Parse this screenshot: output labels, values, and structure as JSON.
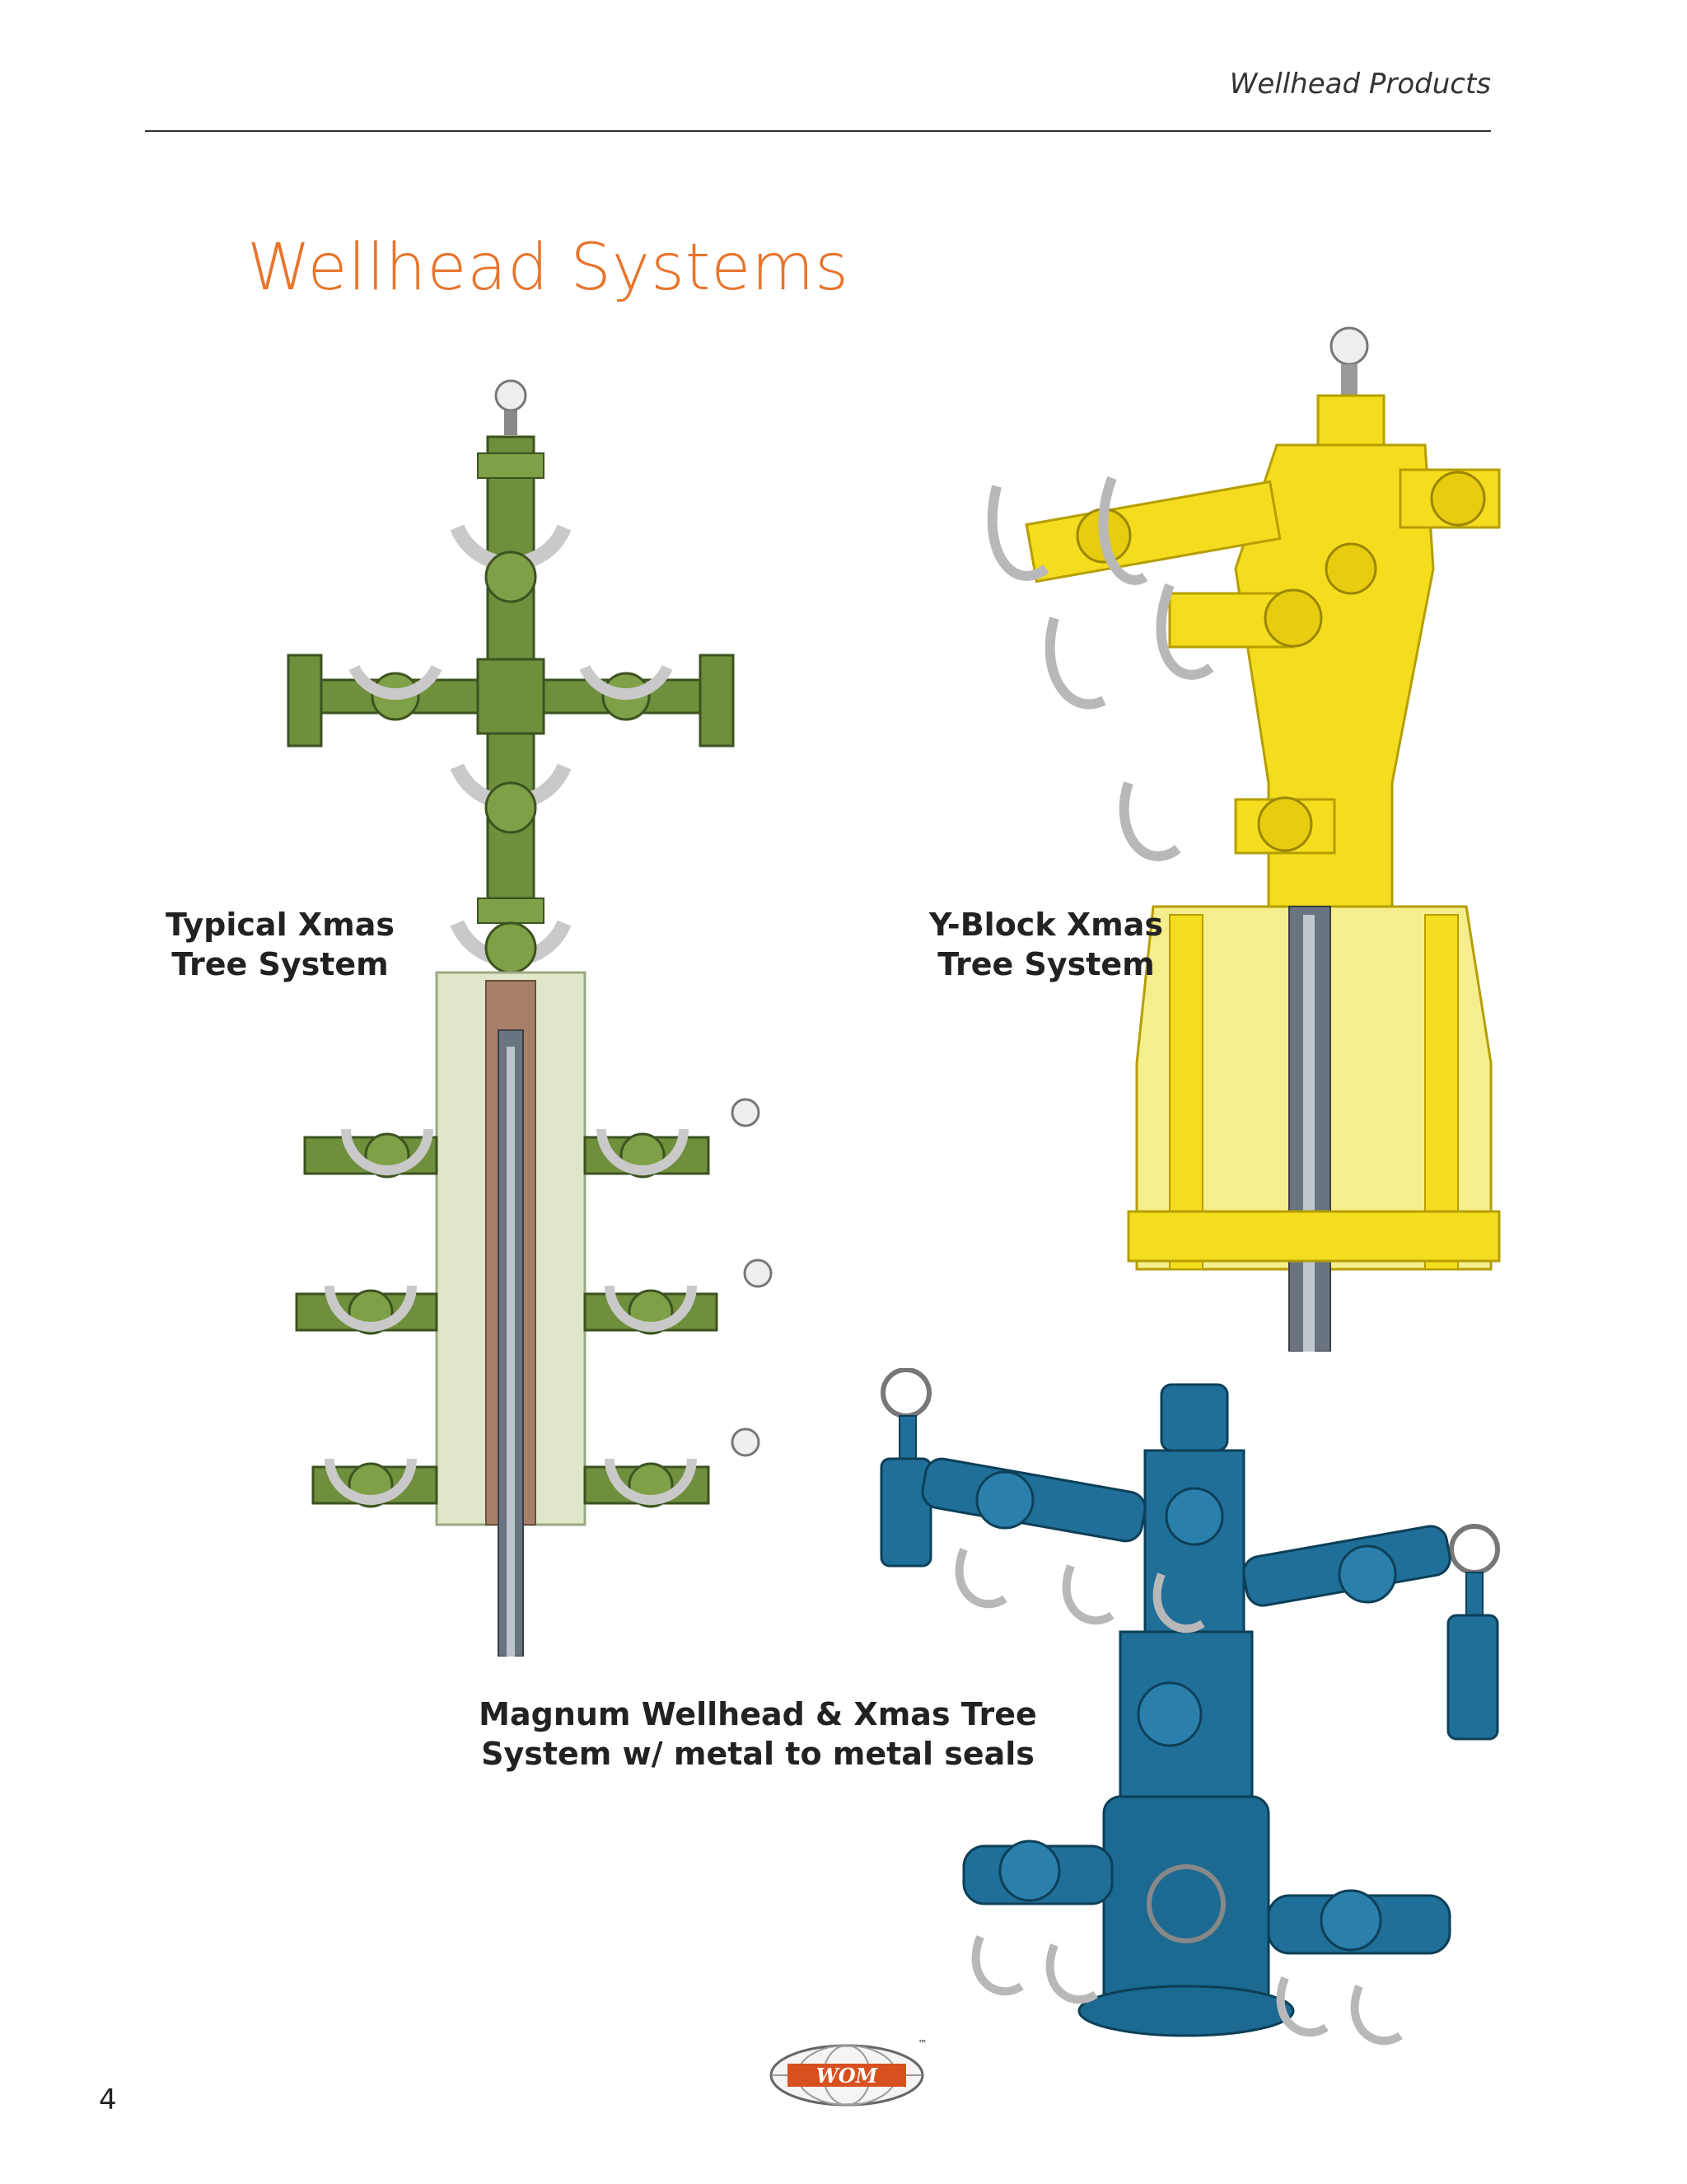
{
  "header": {
    "section_title": "Wellhead Products"
  },
  "title": "Wellhead Systems",
  "captions": {
    "typical": [
      "Typical Xmas",
      "Tree System"
    ],
    "yblock": [
      "Y-Block Xmas",
      "Tree System"
    ],
    "magnum": [
      "Magnum Wellhead & Xmas Tree",
      "System w/ metal to metal seals"
    ]
  },
  "logo": {
    "text": "WOM",
    "tm": "™"
  },
  "page_number": "4",
  "colors": {
    "title": "#e8742c",
    "green_tree": "#6f8f3c",
    "green_body": "#dfe7c8",
    "yellow_tree": "#f4dd1e",
    "blue_tree": "#1f6f98",
    "handwheel": "#c9c9c9"
  }
}
